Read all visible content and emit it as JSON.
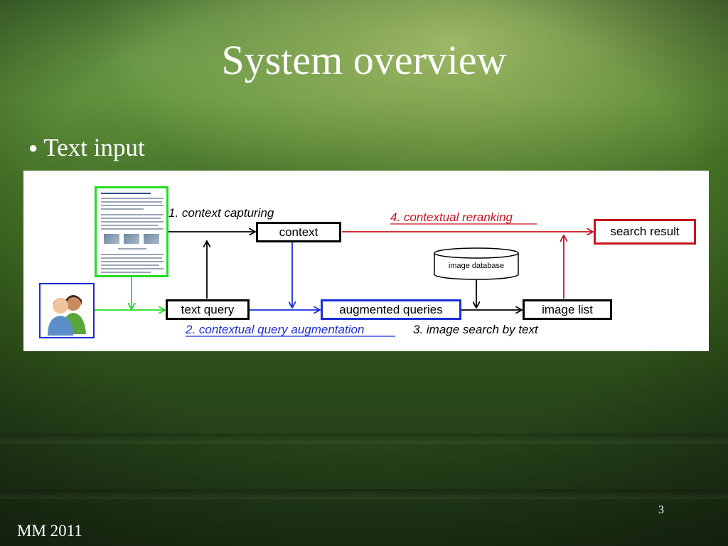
{
  "slide": {
    "title": "System overview",
    "bullet": "Text input",
    "footer": "MM 2011",
    "page_number": "3"
  },
  "diagram": {
    "nodes": {
      "context": "context",
      "text_query": "text query",
      "augmented_queries": "augmented queries",
      "image_list": "image list",
      "search_result": "search result",
      "image_database": "image database"
    },
    "steps": {
      "step1": "1. context capturing",
      "step2": "2. contextual query augmentation",
      "step3": "3.  image search by text",
      "step4": "4.  contextual reranking"
    },
    "colors": {
      "context_flow": "#000000",
      "augmentation_flow": "#1a2fd8",
      "reranking_flow": "#c8141e",
      "input_flow": "#22dd22"
    }
  }
}
